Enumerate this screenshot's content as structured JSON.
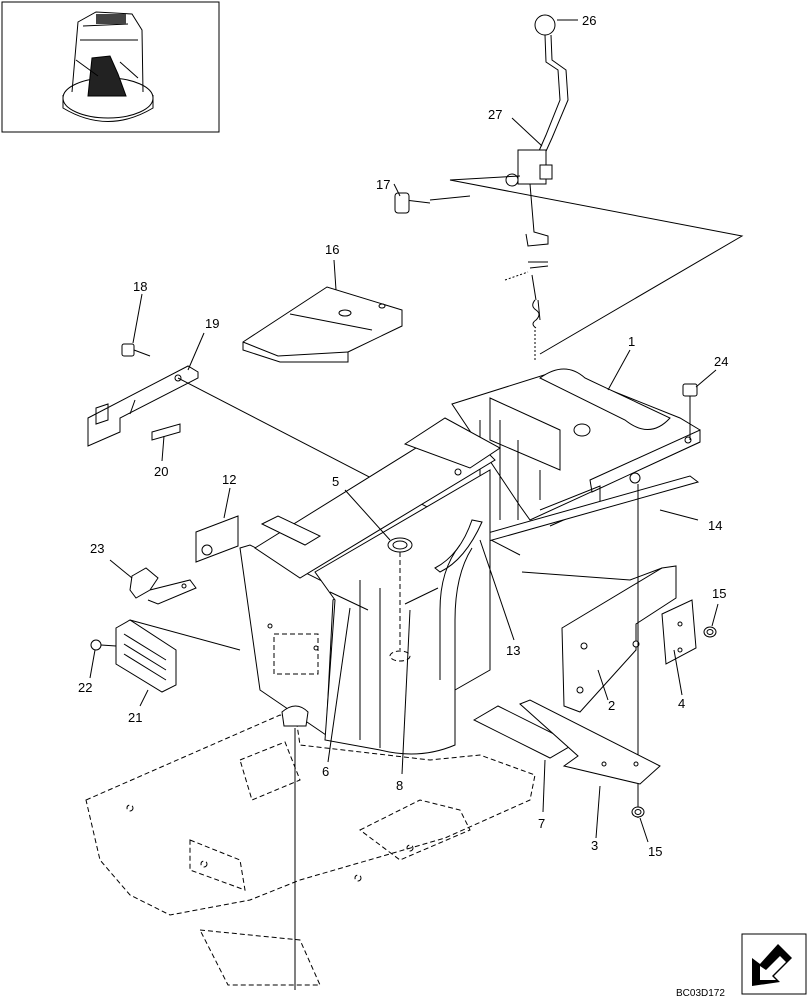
{
  "drawing_code": "BC03D172",
  "callouts": [
    {
      "id": "c1",
      "text": "1"
    },
    {
      "id": "c2",
      "text": "2"
    },
    {
      "id": "c3",
      "text": "3"
    },
    {
      "id": "c4",
      "text": "4"
    },
    {
      "id": "c5",
      "text": "5"
    },
    {
      "id": "c6",
      "text": "6"
    },
    {
      "id": "c7",
      "text": "7"
    },
    {
      "id": "c8",
      "text": "8"
    },
    {
      "id": "c12",
      "text": "12"
    },
    {
      "id": "c13",
      "text": "13"
    },
    {
      "id": "c14",
      "text": "14"
    },
    {
      "id": "c15a",
      "text": "15"
    },
    {
      "id": "c15b",
      "text": "15"
    },
    {
      "id": "c16",
      "text": "16"
    },
    {
      "id": "c17",
      "text": "17"
    },
    {
      "id": "c18",
      "text": "18"
    },
    {
      "id": "c19",
      "text": "19"
    },
    {
      "id": "c20",
      "text": "20"
    },
    {
      "id": "c21",
      "text": "21"
    },
    {
      "id": "c22",
      "text": "22"
    },
    {
      "id": "c23",
      "text": "23"
    },
    {
      "id": "c24",
      "text": "24"
    },
    {
      "id": "c26",
      "text": "26"
    },
    {
      "id": "c27",
      "text": "27"
    }
  ],
  "icons": {
    "orientation": "machine-orientation-icon",
    "navigation": "navigation-arrow-icon"
  }
}
